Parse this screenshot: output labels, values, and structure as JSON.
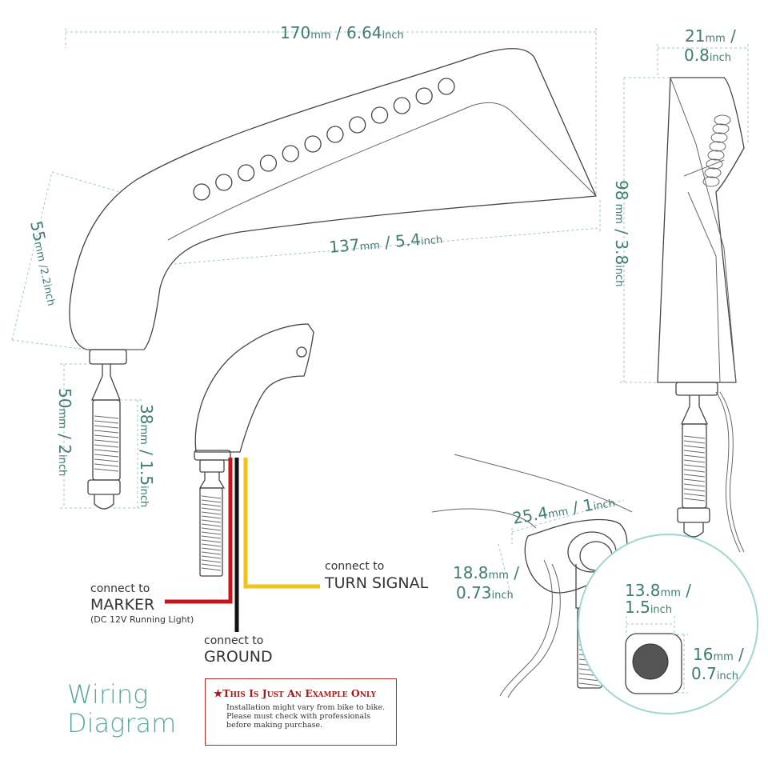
{
  "dimensions": {
    "overall_width": {
      "value": "170",
      "unit": "mm",
      "sep": "/",
      "value2": "6.64",
      "unit2": "inch"
    },
    "lamp_length": {
      "value": "137",
      "unit": "mm",
      "sep": "/",
      "value2": "5.4",
      "unit2": "inch"
    },
    "arm_height": {
      "value": "55",
      "unit": "mm",
      "sep": "/",
      "value2": "2.2",
      "unit2": "inch"
    },
    "depth": {
      "value": "21",
      "unit": "mm",
      "sep": "/",
      "value2": "0.8",
      "unit2": "inch"
    },
    "side_height": {
      "value": "98",
      "unit": "mm",
      "sep": "/",
      "value2": "3.8",
      "unit2": "inch"
    },
    "stem_total": {
      "value": "50",
      "unit": "mm",
      "sep": "/",
      "value2": "2",
      "unit2": "inch"
    },
    "stem_thread": {
      "value": "38",
      "unit": "mm",
      "sep": "/",
      "value2": "1.5",
      "unit2": "inch"
    },
    "mount_width": {
      "value": "25.4",
      "unit": "mm",
      "sep": "/",
      "value2": "1",
      "unit2": "inch"
    },
    "mount_height": {
      "value": "18.8",
      "unit": "mm",
      "sep": "/",
      "value2": "0.73",
      "unit2": "inch"
    },
    "hole_width": {
      "value": "13.8",
      "unit": "mm",
      "sep": "/",
      "value2": "1.5",
      "unit2": "inch"
    },
    "hole_height": {
      "value": "16",
      "unit": "mm",
      "sep": "/",
      "value2": "0.7",
      "unit2": "inch"
    }
  },
  "wiring": {
    "turn_signal_prefix": "connect to",
    "turn_signal_label": "TURN SIGNAL",
    "marker_prefix": "connect to",
    "marker_label": "MARKER",
    "marker_note": "(DC 12V Running Light)",
    "ground_prefix": "connect to",
    "ground_label": "GROUND"
  },
  "title": {
    "line1": "Wiring",
    "line2": "Diagram"
  },
  "notice": {
    "star": "★",
    "heading": "This Is Just An Example Only",
    "line1": "Installation might vary from bike to bike.",
    "line2": "Please must check with professionals",
    "line3": "before making purchase."
  },
  "colors": {
    "dimension_text": "#3f7c73",
    "title": "#5ba79e",
    "marker_wire": "#c4161c",
    "ground_wire": "#111111",
    "turn_signal_wire": "#f2c318",
    "notice_border": "#b02a2a",
    "zoom_circle": "#9fd7d0"
  }
}
